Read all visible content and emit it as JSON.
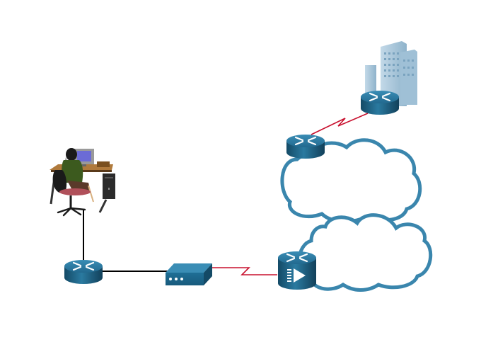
{
  "diagram": {
    "type": "network-topology",
    "colors": {
      "router_top": "#2f7fa6",
      "router_side": "#1b5a7c",
      "router_dark": "#144a66",
      "cloud_stroke": "#3a86ad",
      "cloud_stroke_light": "#8fc1d8",
      "serial_link": "#c8102e",
      "ethernet_link": "#000000",
      "building": "#a9c8dc",
      "background": "#ffffff"
    },
    "nodes": [
      {
        "id": "user-workstation",
        "kind": "pc-user",
        "label": ""
      },
      {
        "id": "home-router",
        "kind": "router",
        "label": ""
      },
      {
        "id": "modem",
        "kind": "csu-dsu",
        "label": ""
      },
      {
        "id": "isp-router",
        "kind": "router-firewall",
        "label": ""
      },
      {
        "id": "wan-router",
        "kind": "router",
        "label": ""
      },
      {
        "id": "hq-router",
        "kind": "router",
        "label": ""
      },
      {
        "id": "hq-building",
        "kind": "building",
        "label": ""
      },
      {
        "id": "wan-cloud-upper",
        "kind": "cloud",
        "label": ""
      },
      {
        "id": "wan-cloud-lower",
        "kind": "cloud",
        "label": ""
      }
    ],
    "links": [
      {
        "from": "user-workstation",
        "to": "home-router",
        "type": "ethernet"
      },
      {
        "from": "home-router",
        "to": "modem",
        "type": "ethernet"
      },
      {
        "from": "modem",
        "to": "isp-router",
        "type": "serial"
      },
      {
        "from": "wan-router",
        "to": "hq-router",
        "type": "serial"
      }
    ]
  }
}
